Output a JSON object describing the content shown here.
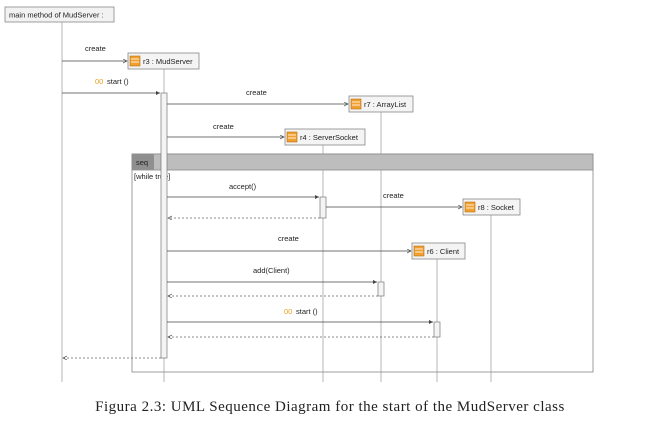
{
  "frame": {
    "title": "main method of MudServer :"
  },
  "lifelines": {
    "r3": "r3 : MudServer",
    "r7": "r7 : ArrayList",
    "r4": "r4 : ServerSocket",
    "r8": "r8 : Socket",
    "r6": "r6 : Client"
  },
  "messages": {
    "create_r3": "create",
    "start_order": "00",
    "start": "start ()",
    "create_r7": "create",
    "create_r4": "create",
    "accept": "accept()",
    "create_r8": "create",
    "create_r6": "create",
    "add_client": "add(Client)",
    "start_client_order": "00",
    "start_client": "start ()"
  },
  "fragment": {
    "operator": "seq",
    "guard": "[while true]"
  },
  "caption": "Figura 2.3: UML Sequence Diagram for the start of the MudServer class",
  "colors": {
    "order_number": "#e8a020",
    "fragment_header": "#bdbdbd",
    "icon_orange": "#f0a030"
  }
}
